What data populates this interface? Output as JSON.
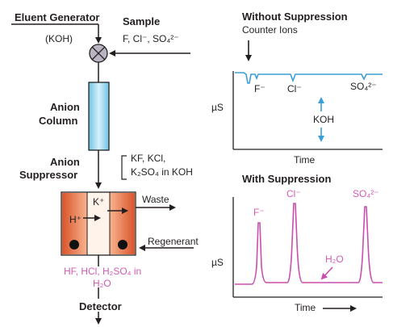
{
  "left_panel": {
    "eluent_generator": {
      "title": "Eluent Generator",
      "reagent": "(KOH)"
    },
    "sample": {
      "title": "Sample",
      "ions": "F, Cl⁻, SO₄²⁻"
    },
    "anion_column": {
      "line1": "Anion",
      "line2": "Column"
    },
    "anion_suppressor": {
      "line1": "Anion",
      "line2": "Suppressor"
    },
    "suppressor_output": {
      "line1": "KF, KCl,",
      "line2": "K₂SO₄ in KOH"
    },
    "suppressor_ions": {
      "k_plus": "K⁺",
      "h_plus": "H⁺"
    },
    "waste": "Waste",
    "regenerant": "Regenerant",
    "product": {
      "line1": "HF, HCl, H₂SO₄ in",
      "line2": "H₂O"
    },
    "detector": "Detector"
  },
  "top_chart": {
    "title": "Without Suppression",
    "subtitle": "Counter Ions",
    "ylabel": "µS",
    "xlabel": "Time",
    "peaks": [
      "F⁻",
      "Cl⁻",
      "SO₄²⁻"
    ],
    "annotation": "KOH"
  },
  "bottom_chart": {
    "title": "With Suppression",
    "ylabel": "µS",
    "xlabel": "Time",
    "peaks": [
      "F⁻",
      "Cl⁻",
      "SO₄²⁻"
    ],
    "annotation": "H₂O"
  },
  "colors": {
    "column_fill": "#a9dff0",
    "suppressor_orange": "#e8784a",
    "trace_blue": "#3a9fd6",
    "trace_pink": "#c94fae",
    "label_pink": "#d45bb4"
  }
}
